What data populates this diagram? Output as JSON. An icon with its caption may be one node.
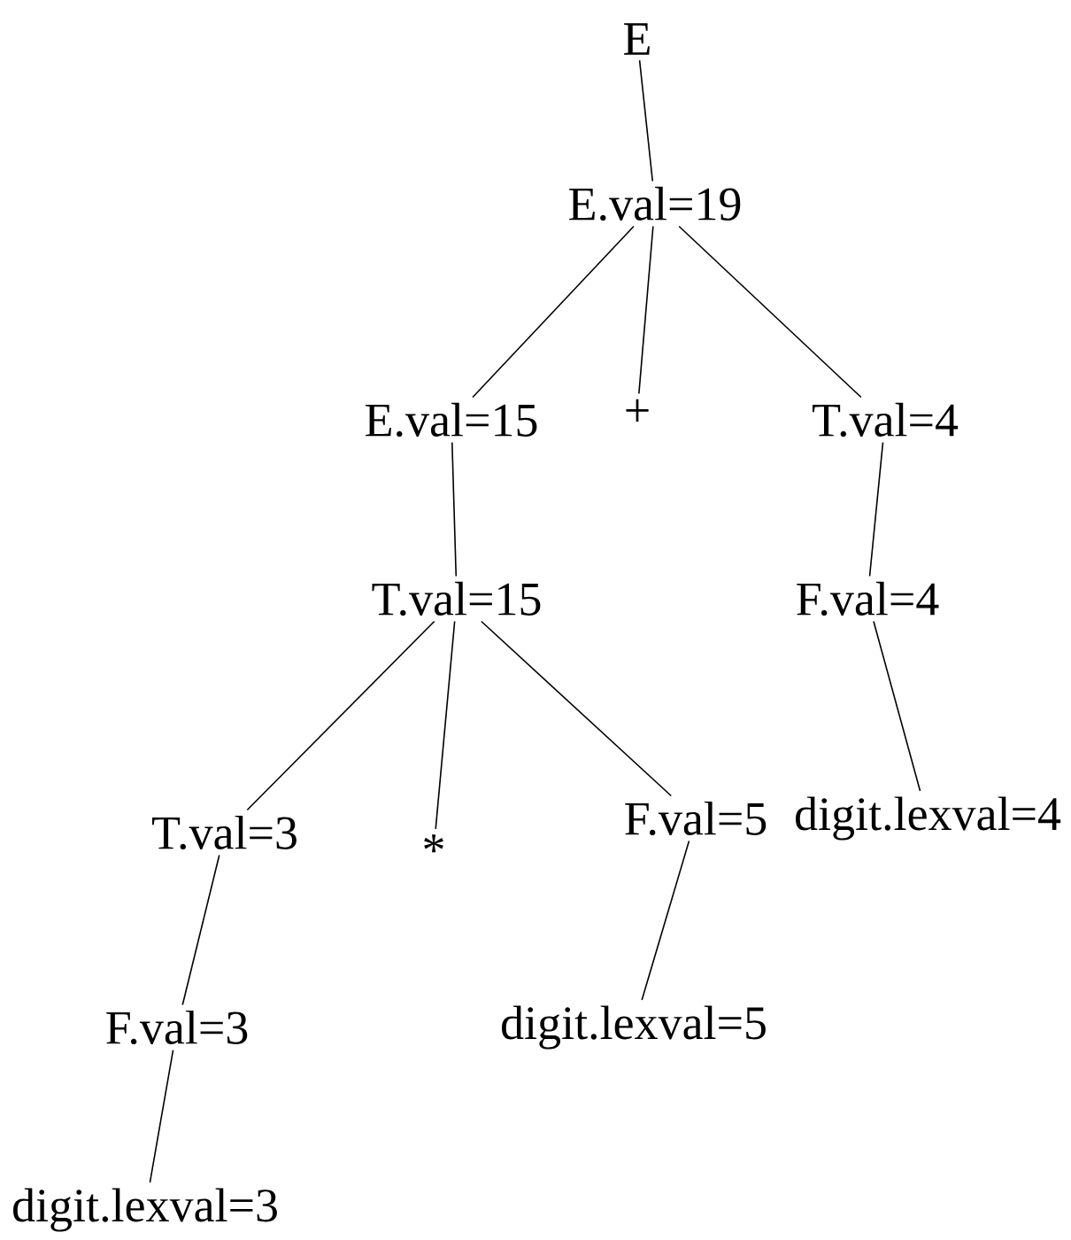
{
  "diagram": {
    "nodes": [
      {
        "text": [
          "E"
        ]
      },
      {
        "text": [
          "E.val=19"
        ]
      },
      {
        "text": [
          "E.val=15"
        ]
      },
      {
        "text": [
          "+"
        ]
      },
      {
        "text": [
          "T.val=4"
        ]
      },
      {
        "text": [
          "T.val=15"
        ]
      },
      {
        "text": [
          "F.val=4"
        ]
      },
      {
        "text": [
          "T.val=3"
        ]
      },
      {
        "text": [
          "*"
        ]
      },
      {
        "text": [
          "F.val=5"
        ]
      },
      {
        "text": [
          "digit.lexval=4"
        ]
      },
      {
        "text": [
          "F.val=3"
        ]
      },
      {
        "text": [
          "digit.lexval=5"
        ]
      },
      {
        "text": [
          "digit.lexval=3"
        ]
      }
    ],
    "edges": [
      {
        "from": 0,
        "to": 1,
        "arrow": "none"
      },
      {
        "from": 1,
        "to": 2,
        "arrow": "none"
      },
      {
        "from": 1,
        "to": 3,
        "arrow": "none"
      },
      {
        "from": 1,
        "to": 4,
        "arrow": "none"
      },
      {
        "from": 2,
        "to": 5,
        "arrow": "none"
      },
      {
        "from": 4,
        "to": 6,
        "arrow": "none"
      },
      {
        "from": 5,
        "to": 7,
        "arrow": "none"
      },
      {
        "from": 5,
        "to": 8,
        "arrow": "none"
      },
      {
        "from": 5,
        "to": 9,
        "arrow": "none"
      },
      {
        "from": 6,
        "to": 10,
        "arrow": "none"
      },
      {
        "from": 7,
        "to": 11,
        "arrow": "none"
      },
      {
        "from": 9,
        "to": 12,
        "arrow": "none"
      },
      {
        "from": 11,
        "to": 13,
        "arrow": "none"
      }
    ]
  }
}
